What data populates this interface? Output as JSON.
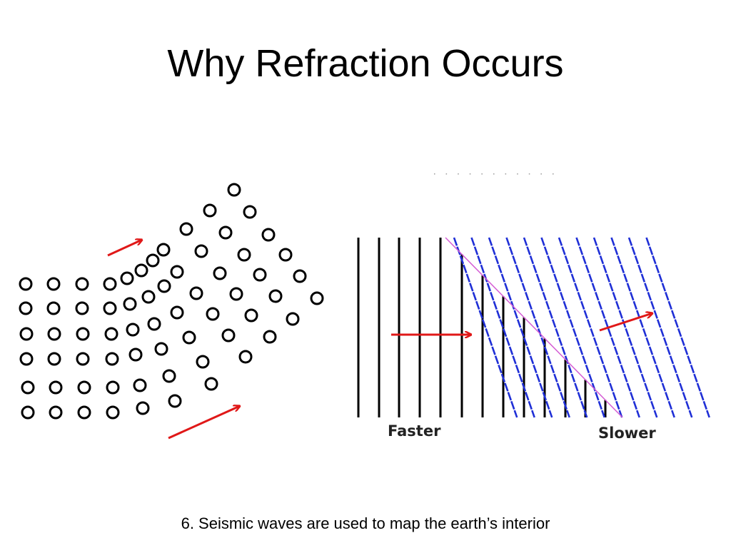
{
  "slide": {
    "title": "Why Refraction Occurs",
    "caption": "6. Seismic waves are used to map the earth’s interior"
  },
  "wavefront_diagram": {
    "label_fast": "Faster",
    "label_slow": "Slower"
  },
  "colors": {
    "arrow": "#e01818",
    "fast_lines": "#000000",
    "slow_lines": "#1f2fd6",
    "boundary": "#d45cd4",
    "particles": "#000000"
  }
}
